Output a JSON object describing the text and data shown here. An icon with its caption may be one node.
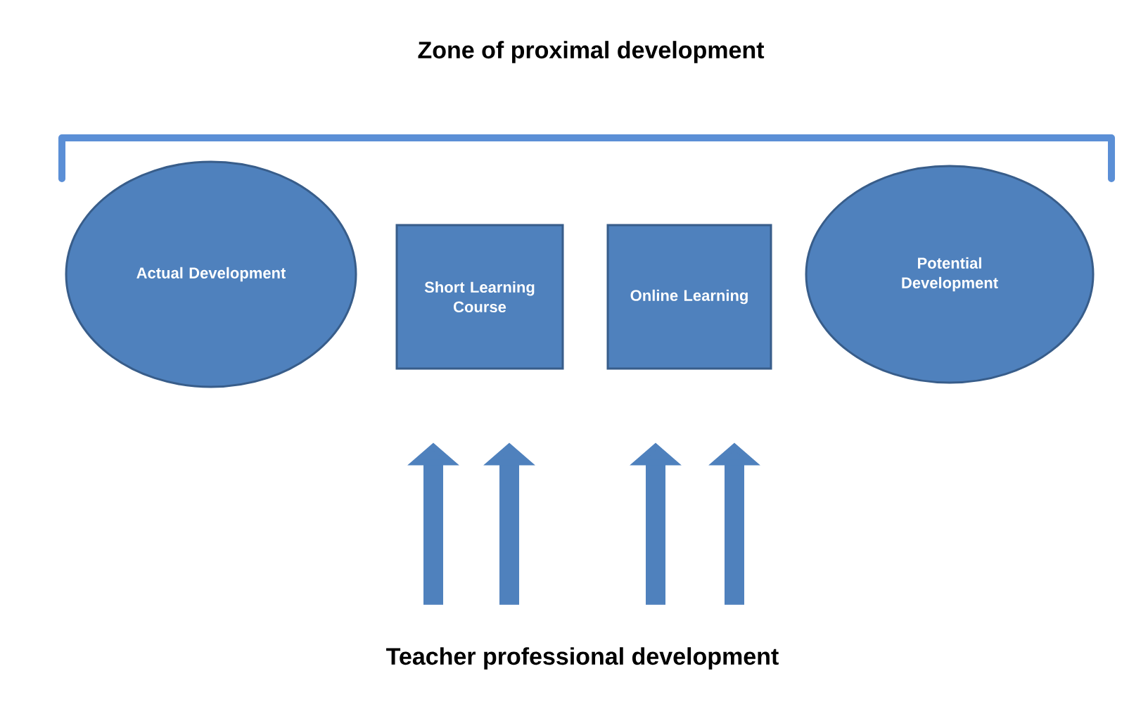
{
  "diagram": {
    "title": "Zone of proximal development",
    "nodes": [
      {
        "text": [
          "Actual Development"
        ]
      },
      {
        "text": [
          "Short Learning Course"
        ]
      },
      {
        "text": [
          "Online Learning"
        ]
      },
      {
        "text": [
          "Potential Development"
        ]
      },
      {
        "text": [
          "Teacher professional development"
        ]
      }
    ],
    "edges": [
      {
        "from": 4,
        "to": 1,
        "arrow": "to"
      },
      {
        "from": 4,
        "to": 1,
        "arrow": "to"
      },
      {
        "from": 4,
        "to": 2,
        "arrow": "to"
      },
      {
        "from": 4,
        "to": 2,
        "arrow": "to"
      }
    ]
  }
}
